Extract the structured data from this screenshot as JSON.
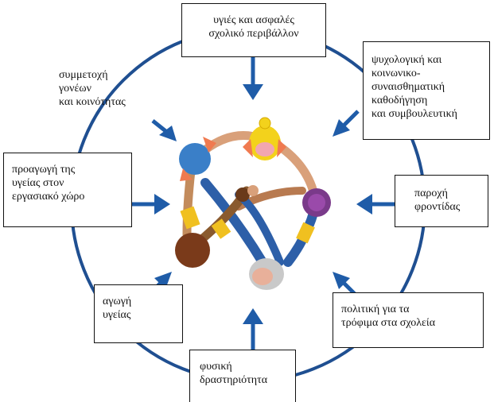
{
  "colors": {
    "circle": "#1f4f91",
    "arrow": "#1f5ca8",
    "border": "#111111"
  },
  "labels": {
    "top": "υγιές και ασφαλές\nσχολικό περιβάλλον",
    "top_right": "ψυχολογική και\nκοινωνικο-\nσυναισθηματική\nκαθοδήγηση\nκαι συμβουλευτική",
    "right": "παροχή\nφροντίδας",
    "bottom_right": "πολιτική για τα\nτρόφιμα στα σχολεία",
    "bottom": "φυσική\nδραστηριότητα",
    "bottom_left": "αγωγή\nυγείας",
    "left": "προαγωγή της\nυγείας στον\nεργασιακό χώρο",
    "top_left": "συμμετοχή\nγονέων\nκαι κοινότητας"
  },
  "icons": {
    "center": "children-holding-hands-icon"
  }
}
